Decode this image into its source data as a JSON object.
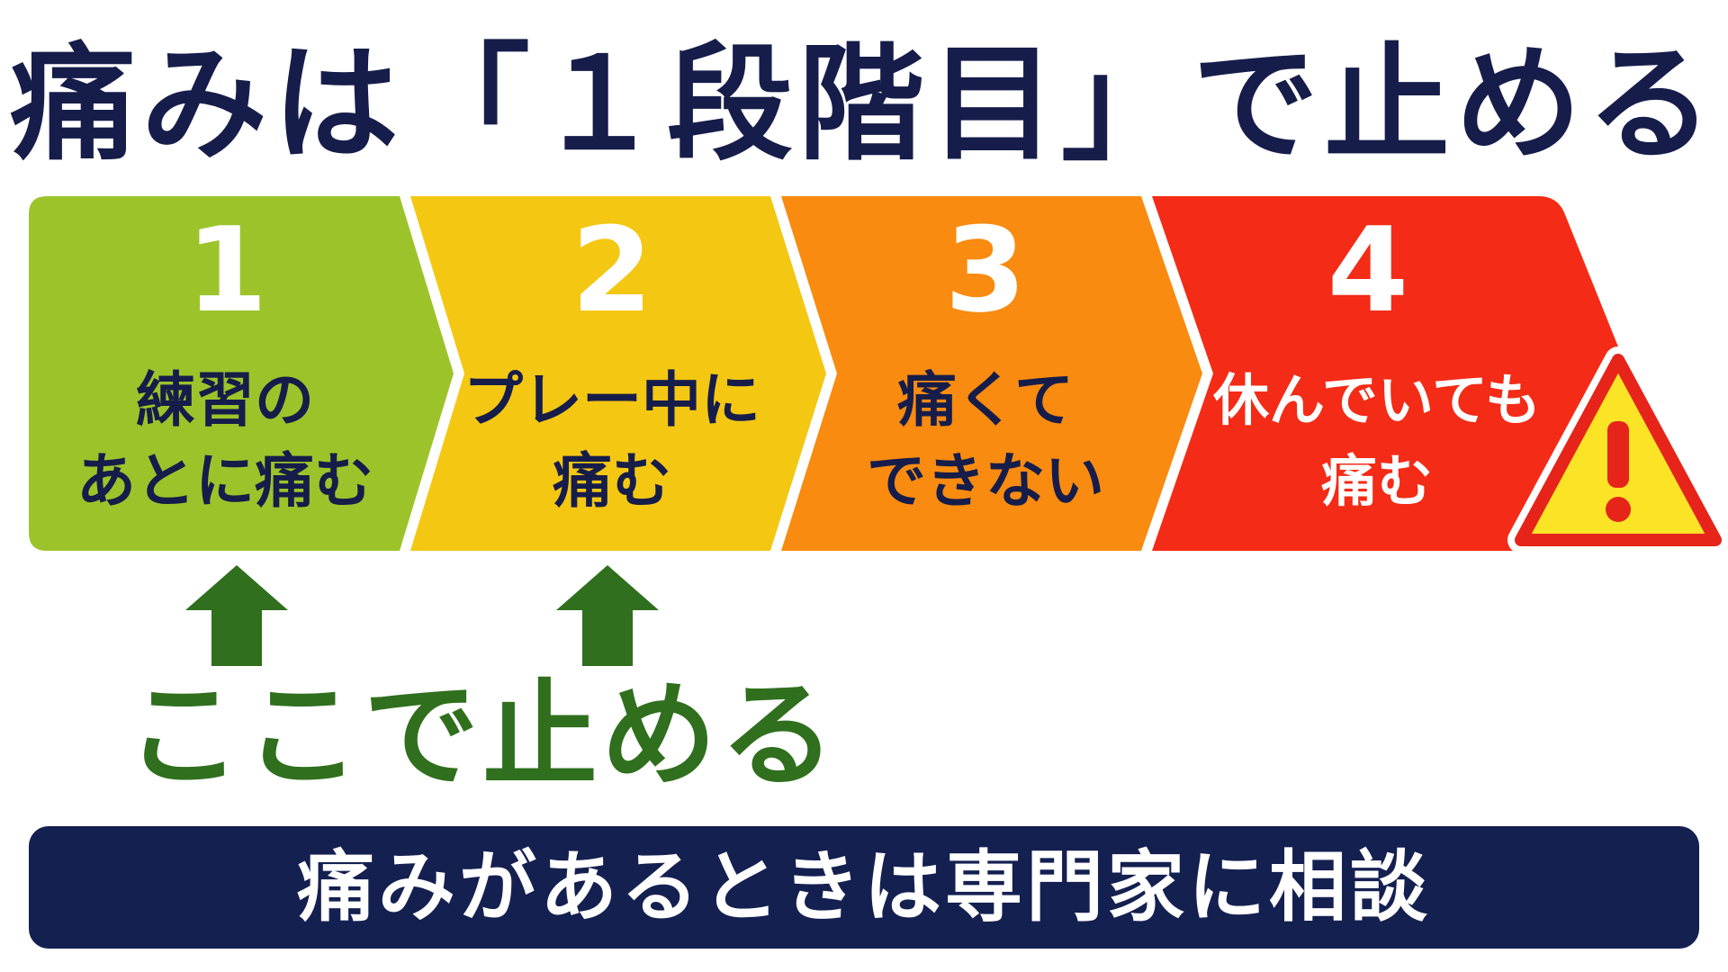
{
  "title": "痛みは「１段階目」で止める",
  "steps": [
    {
      "number": "1",
      "line1": "練習の",
      "line2": "あとに痛む",
      "color": "#9cc42a"
    },
    {
      "number": "2",
      "line1": "プレー中に",
      "line2": "痛む",
      "color": "#f4c713"
    },
    {
      "number": "3",
      "line1": "痛くて",
      "line2": "できない",
      "color": "#f88b10"
    },
    {
      "number": "4",
      "line1": "休んでいても",
      "line2": "痛む",
      "color": "#f42b16"
    }
  ],
  "warning_icon": "warning-triangle-icon",
  "arrow_icon": "up-arrow-icon",
  "stop_label": "ここで止める",
  "stop_color": "#2f6f1d",
  "banner": "痛みがあるときは専門家に相談",
  "banner_color": "#142050",
  "title_color": "#161d4a"
}
